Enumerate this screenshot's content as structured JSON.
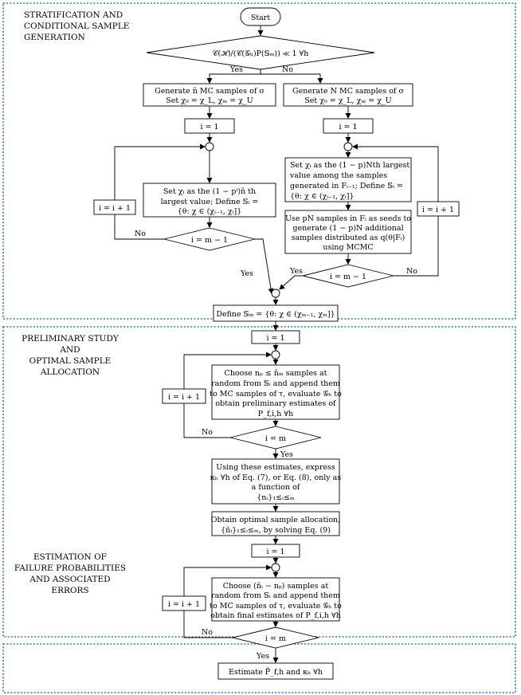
{
  "sections": {
    "s1_title": [
      "STRATIFICATION AND",
      "CONDITIONAL SAMPLE",
      "GENERATION"
    ],
    "s2_title": [
      "PRELIMINARY STUDY",
      "AND",
      "OPTIMAL SAMPLE",
      "ALLOCATION"
    ],
    "s3_title": [
      "ESTIMATION OF",
      "FAILURE PROBABILITIES",
      "AND ASSOCIATED",
      "ERRORS"
    ]
  },
  "nodes": {
    "start": "Start",
    "cond_cost": "𝒞(ℋ)/(𝒞(𝒢ₕ)P(𝕊ₘ)) ≪ 1 ∀h",
    "gen_left": [
      "Generate n̂ MC samples of σ",
      "Set χ₀ = χ_L, χₘ = χ_U"
    ],
    "gen_right": [
      "Generate N MC samples of σ",
      "Set χ₀ = χ_L, χₘ = χ_U"
    ],
    "init_i": "i = 1",
    "inc_i": "i = i + 1",
    "left_set": [
      "Set χᵢ as the (1 − pⁱ)n̂ th",
      "largest value; Define 𝕊ᵢ =",
      "{θ: χ ∈ (χᵢ₋₁, χᵢ]}"
    ],
    "right_set": [
      "Set χᵢ as the (1 − p)Nth largest",
      "value among the samples",
      "generated in Fᵢ₋₁; Define 𝕊ᵢ =",
      "{θ: χ ∈ (χᵢ₋₁, χᵢ]}"
    ],
    "mcmc": [
      "Use pN samples in Fᵢ as seeds to",
      "generate (1 − p)N additional",
      "samples distributed as q(θ|Fᵢ)",
      "using MCMC"
    ],
    "cond_m1": "i = m − 1",
    "define_sm": "Define 𝕊ₘ = {θ: χ ∈ (χₘ₋₁, χₘ]}",
    "choose_np": [
      "Choose nₚ ≤ n̂ₘ samples at",
      "random from 𝕊ᵢ and append them",
      "to MC samples of τ, evaluate 𝒢ₕ to",
      "obtain preliminary estimates of",
      "P_f,i,h ∀h"
    ],
    "cond_m": "i = m",
    "express": [
      "Using these estimates, express",
      "κₕ ∀h of Eq. (7), or Eq. (8), only as",
      "a function of",
      "{nᵢ}₁≤ᵢ≤ₘ"
    ],
    "optimal": [
      "Obtain optimal sample allocation,",
      "{ñᵢ}₁≤ᵢ≤ₘ, by solving Eq. (9)"
    ],
    "choose_final": [
      "Choose (ñᵢ − nₚ) samples at",
      "random from 𝕊ᵢ and append them",
      "to MC samples of τ, evaluate 𝒢ₕ to",
      "obtain final estimates of P_f,i,h ∀h"
    ],
    "estimate": "Estimate P̃_f,h and κₕ ∀h"
  },
  "labels": {
    "yes": "Yes",
    "no": "No"
  }
}
